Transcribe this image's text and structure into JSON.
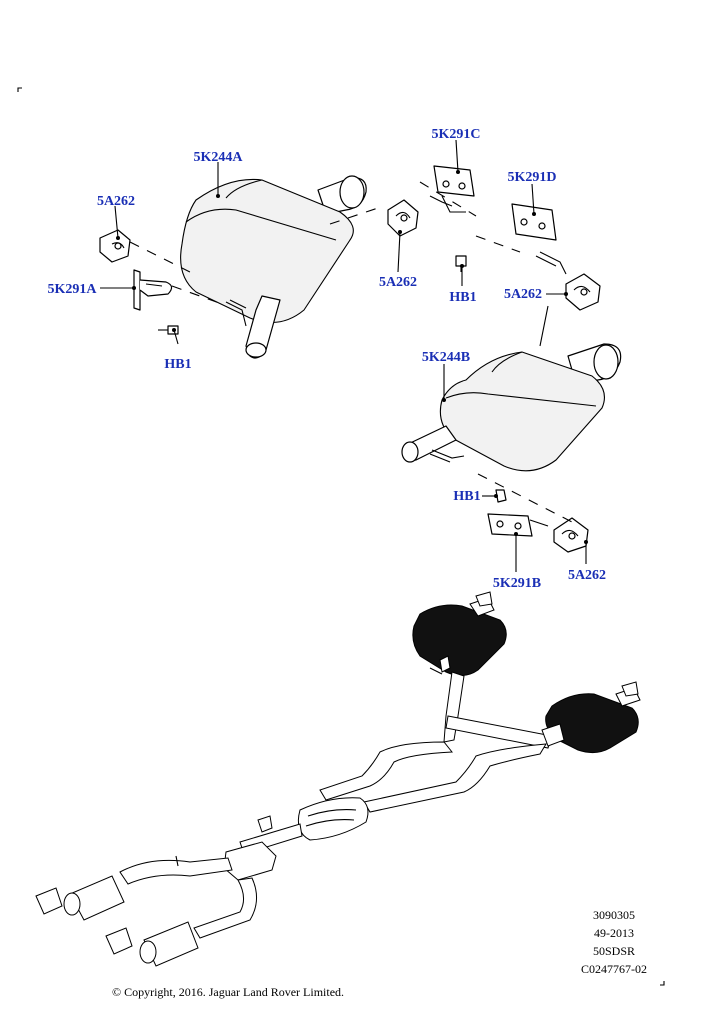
{
  "callouts": {
    "c1": "5K244A",
    "c2": "5A262",
    "c3": "5K291A",
    "c4": "HB1",
    "c5": "5K291C",
    "c6": "5A262",
    "c7": "HB1",
    "c8": "5K291D",
    "c9": "5A262",
    "c10": "5K244B",
    "c11": "HB1",
    "c12": "5K291B",
    "c13": "5A262"
  },
  "reference": {
    "line1": "3090305",
    "line2": "49-2013",
    "line3": "50SDSR",
    "line4": "C0247767-02"
  },
  "copyright": "© Copyright, 2016. Jaguar Land Rover Limited.",
  "colors": {
    "callout_text": "#1a2fb5",
    "line": "#000000"
  }
}
